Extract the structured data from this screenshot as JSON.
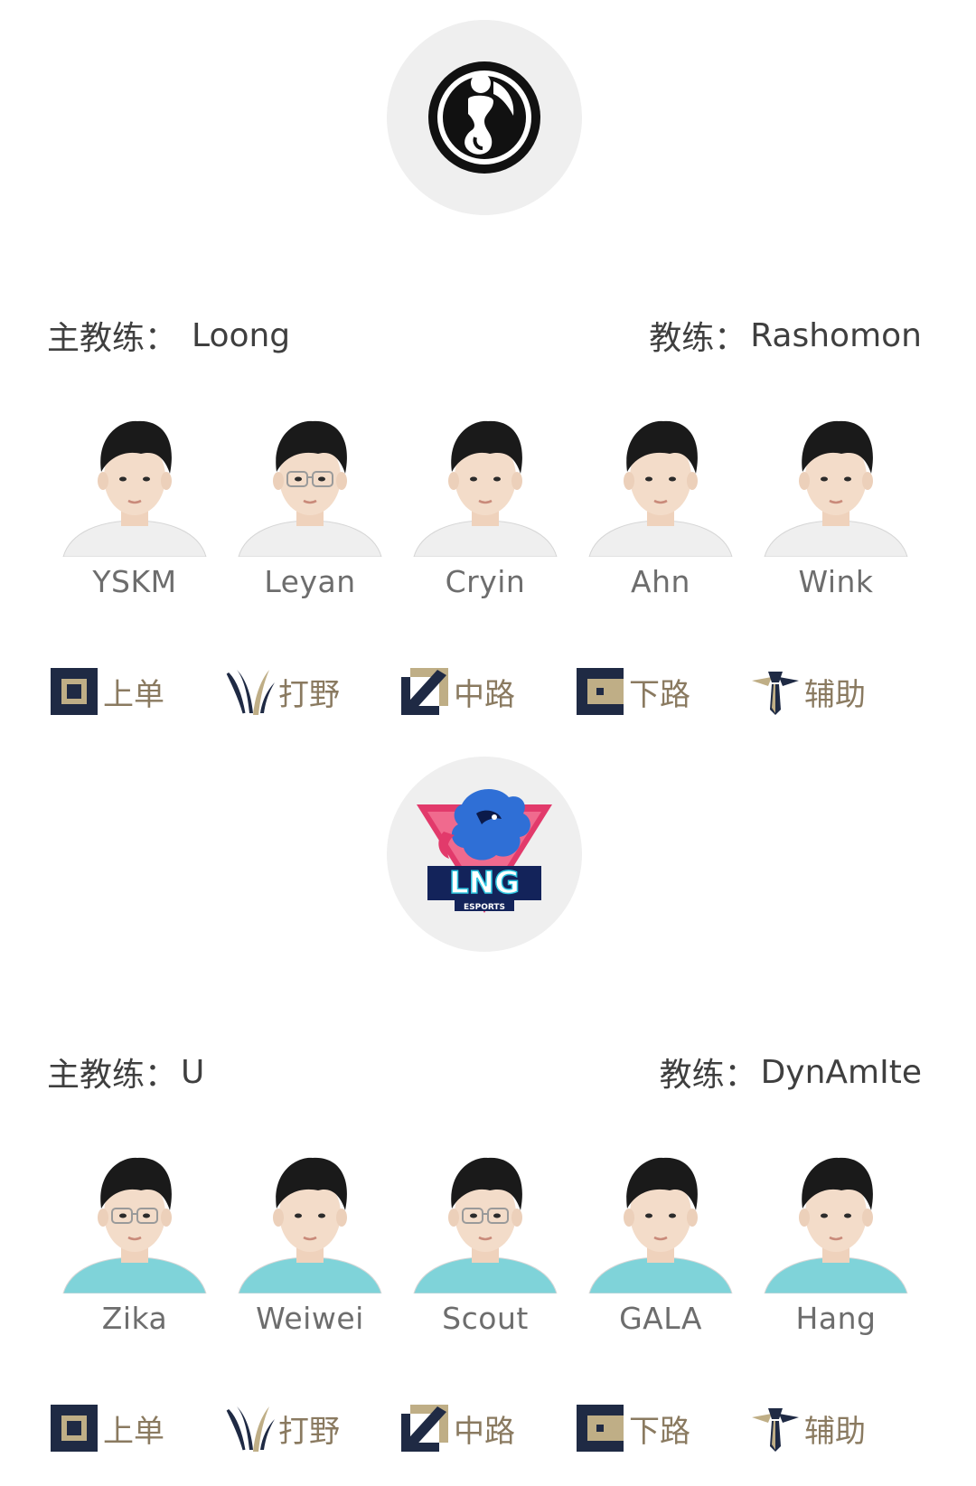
{
  "colors": {
    "logo_bg": "#efefef",
    "shirt_a": "#efefef",
    "shirt_b": "#7fd3d9",
    "role_dark": "#1f2a44",
    "role_gold": "#bfae86"
  },
  "teams": [
    {
      "logo_icon": "ig-team-logo-icon",
      "head_coach": {
        "label": "主教练：",
        "name": "Loong"
      },
      "coach": {
        "label": "教练：",
        "name": "Rashomon"
      },
      "players": [
        {
          "name": "YSKM",
          "role": "上单",
          "role_icon": "top-lane-icon"
        },
        {
          "name": "Leyan",
          "role": "打野",
          "role_icon": "jungle-icon"
        },
        {
          "name": "Cryin",
          "role": "中路",
          "role_icon": "mid-lane-icon"
        },
        {
          "name": "Ahn",
          "role": "下路",
          "role_icon": "bot-lane-icon"
        },
        {
          "name": "Wink",
          "role": "辅助",
          "role_icon": "support-icon"
        }
      ]
    },
    {
      "logo_icon": "lng-esports-logo-icon",
      "logo_text": "LNG",
      "logo_subtext": "ESPORTS",
      "head_coach": {
        "label": "主教练：",
        "name": "U"
      },
      "coach": {
        "label": "教练：",
        "name": "DynAmIte"
      },
      "players": [
        {
          "name": "Zika",
          "role": "上单",
          "role_icon": "top-lane-icon"
        },
        {
          "name": "Weiwei",
          "role": "打野",
          "role_icon": "jungle-icon"
        },
        {
          "name": "Scout",
          "role": "中路",
          "role_icon": "mid-lane-icon"
        },
        {
          "name": "GALA",
          "role": "下路",
          "role_icon": "bot-lane-icon"
        },
        {
          "name": "Hang",
          "role": "辅助",
          "role_icon": "support-icon"
        }
      ]
    }
  ]
}
